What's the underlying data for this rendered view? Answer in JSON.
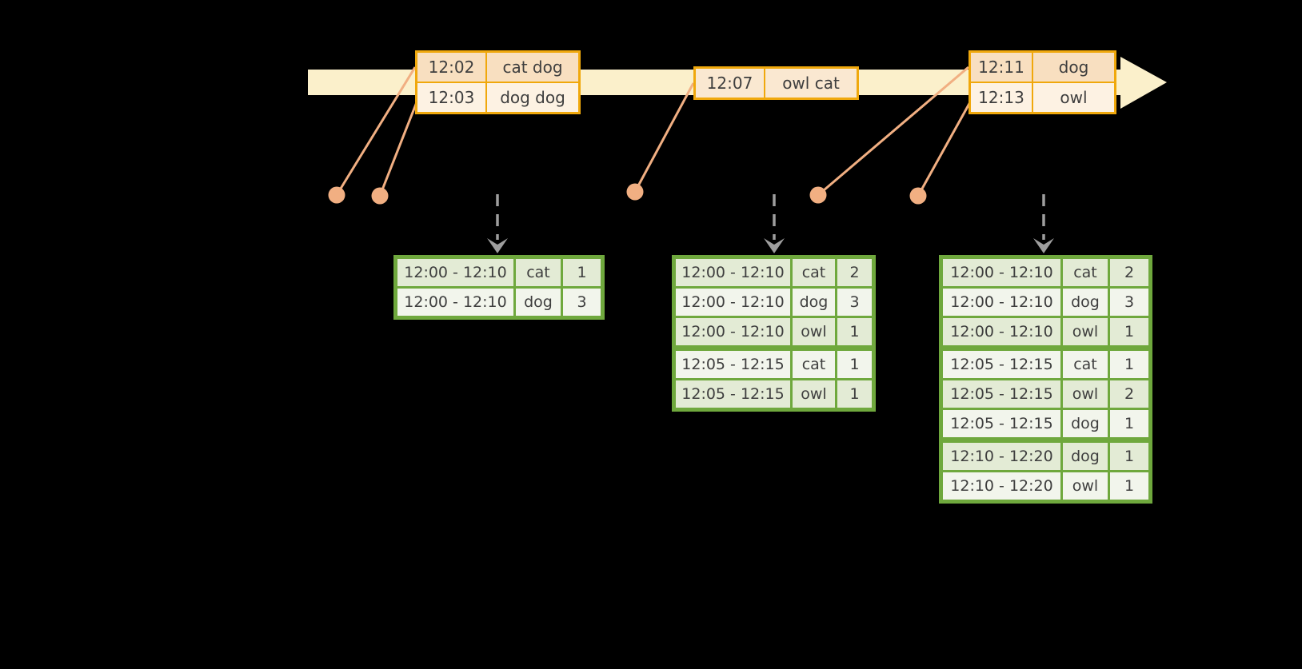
{
  "colors": {
    "background": "#000000",
    "band": "#FBF0CB",
    "gold": "#F0A80C",
    "peach": "#F8DFC0",
    "cream": "#FDF2E3",
    "cream2": "#FAE8D1",
    "salmon": "#F1AF82",
    "gray": "#9E9E9E",
    "green": "#6FA83D",
    "green_fill_a": "#E3EBD5",
    "green_fill_b": "#F2F5EC",
    "text": "#3E3E3E"
  },
  "event_tables": [
    {
      "rows": [
        {
          "time": "12:02",
          "words": "cat dog"
        },
        {
          "time": "12:03",
          "words": "dog dog"
        }
      ]
    },
    {
      "rows": [
        {
          "time": "12:07",
          "words": "owl cat"
        }
      ]
    },
    {
      "rows": [
        {
          "time": "12:11",
          "words": "dog"
        },
        {
          "time": "12:13",
          "words": "owl"
        }
      ]
    }
  ],
  "result_tables": [
    {
      "rows": [
        {
          "window": "12:00 - 12:10",
          "word": "cat",
          "count": "1"
        },
        {
          "window": "12:00 - 12:10",
          "word": "dog",
          "count": "3"
        }
      ]
    },
    {
      "rows": [
        {
          "window": "12:00 - 12:10",
          "word": "cat",
          "count": "2"
        },
        {
          "window": "12:00 - 12:10",
          "word": "dog",
          "count": "3"
        },
        {
          "window": "12:00 - 12:10",
          "word": "owl",
          "count": "1"
        },
        {
          "window": "12:05 - 12:15",
          "word": "cat",
          "count": "1"
        },
        {
          "window": "12:05 - 12:15",
          "word": "owl",
          "count": "1"
        }
      ]
    },
    {
      "rows": [
        {
          "window": "12:00 - 12:10",
          "word": "cat",
          "count": "2"
        },
        {
          "window": "12:00 - 12:10",
          "word": "dog",
          "count": "3"
        },
        {
          "window": "12:00 - 12:10",
          "word": "owl",
          "count": "1"
        },
        {
          "window": "12:05 - 12:15",
          "word": "cat",
          "count": "1"
        },
        {
          "window": "12:05 - 12:15",
          "word": "owl",
          "count": "2"
        },
        {
          "window": "12:05 - 12:15",
          "word": "dog",
          "count": "1"
        },
        {
          "window": "12:10 - 12:20",
          "word": "dog",
          "count": "1"
        },
        {
          "window": "12:10 - 12:20",
          "word": "owl",
          "count": "1"
        }
      ]
    }
  ]
}
